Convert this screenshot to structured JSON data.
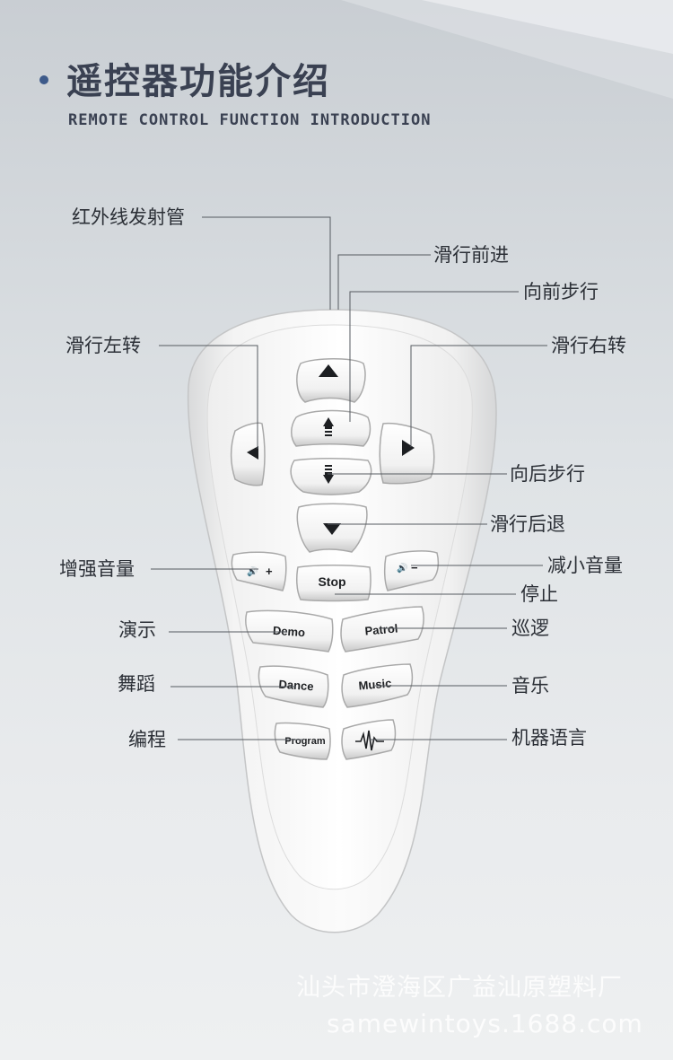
{
  "header": {
    "title": "遥控器功能介绍",
    "subtitle": "REMOTE CONTROL FUNCTION INTRODUCTION"
  },
  "remote": {
    "buttons": {
      "stop": "Stop",
      "demo": "Demo",
      "patrol": "Patrol",
      "dance": "Dance",
      "music": "Music",
      "program": "Program",
      "vol_up": "+",
      "vol_down": "−"
    }
  },
  "labels": {
    "ir_emitter": "红外线发射管",
    "slide_forward": "滑行前进",
    "step_forward": "向前步行",
    "slide_left": "滑行左转",
    "slide_right": "滑行右转",
    "step_backward": "向后步行",
    "slide_backward": "滑行后退",
    "volume_up": "增强音量",
    "volume_down": "减小音量",
    "stop": "停止",
    "demo": "演示",
    "patrol": "巡逻",
    "dance": "舞蹈",
    "music": "音乐",
    "program": "编程",
    "robot_language": "机器语言"
  },
  "watermark": {
    "company": "汕头市澄海区广益汕原塑料厂",
    "url": "samewintoys.1688.com"
  }
}
